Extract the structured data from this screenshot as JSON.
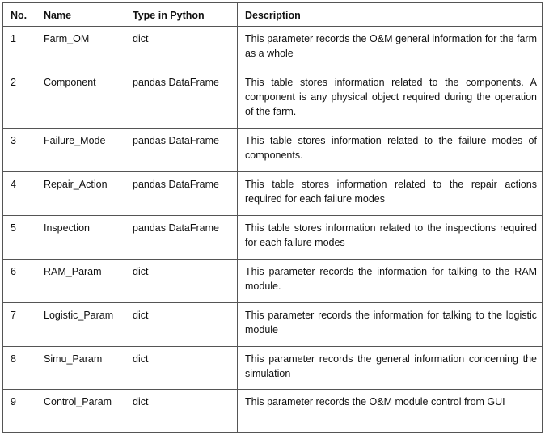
{
  "table": {
    "headers": [
      "No.",
      "Name",
      "Type in Python",
      "Description"
    ],
    "rows": [
      {
        "no": "1",
        "name": "Farm_OM",
        "type": "dict",
        "description": "This parameter records the O&M general information for the farm as a whole"
      },
      {
        "no": "2",
        "name": "Component",
        "type": "pandas DataFrame",
        "description": "This table stores information related to the components. A component is any physical object required during the operation of the farm."
      },
      {
        "no": "3",
        "name": "Failure_Mode",
        "type": "pandas DataFrame",
        "description": "This table stores information related to the failure modes of components."
      },
      {
        "no": "4",
        "name": "Repair_Action",
        "type": "pandas DataFrame",
        "description": "This table stores information related to the repair actions required for each failure modes"
      },
      {
        "no": "5",
        "name": "Inspection",
        "type": "pandas DataFrame",
        "description": "This table stores information related to the inspections required for each failure modes"
      },
      {
        "no": "6",
        "name": "RAM_Param",
        "type": "dict",
        "description": "This parameter records the information for talking to the RAM module."
      },
      {
        "no": "7",
        "name": "Logistic_Param",
        "type": "dict",
        "description": "This parameter records the information for talking to the logistic module"
      },
      {
        "no": "8",
        "name": "Simu_Param",
        "type": "dict",
        "description": "This parameter records the general information concerning the simulation"
      },
      {
        "no": "9",
        "name": "Control_Param",
        "type": "dict",
        "description": "This parameter records the O&M module control from GUI"
      }
    ]
  }
}
